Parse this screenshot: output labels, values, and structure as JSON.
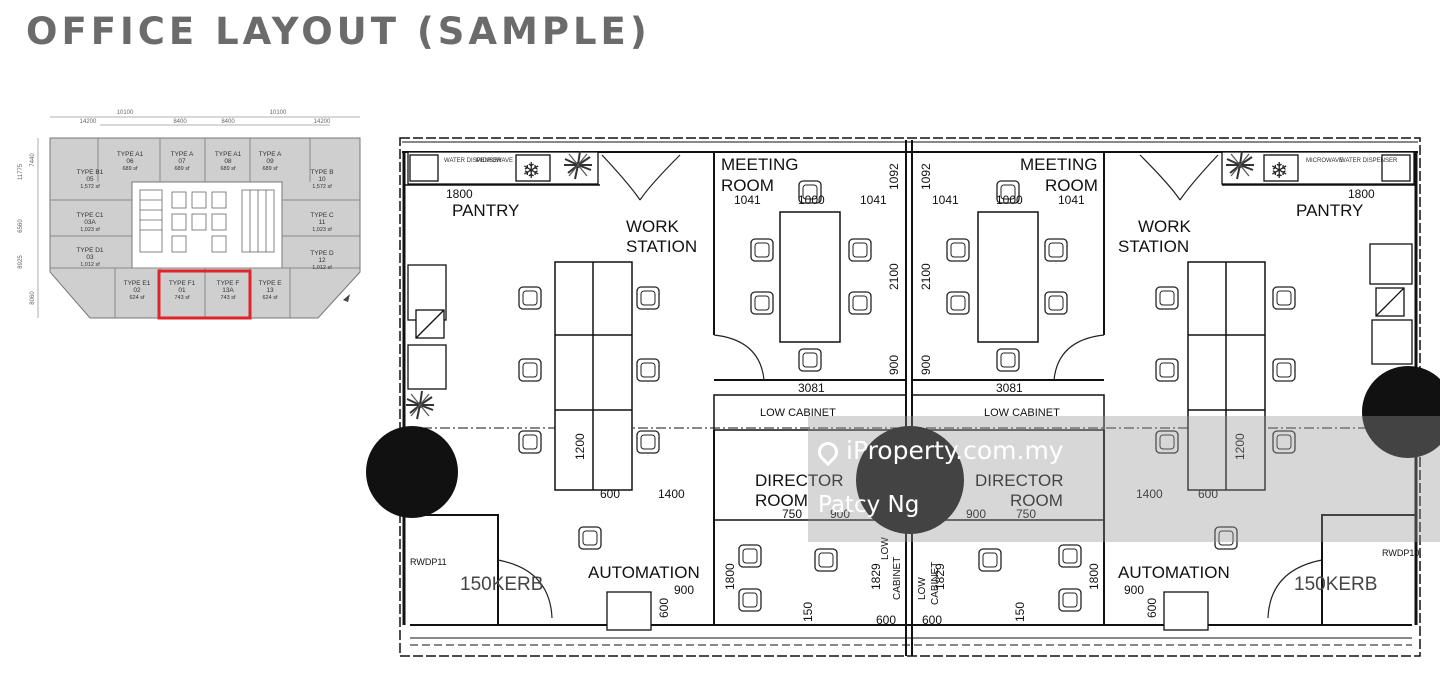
{
  "page_title": "OFFICE LAYOUT (SAMPLE)",
  "key_plan": {
    "top_dims": [
      "10100",
      "8400",
      "8400",
      "10100"
    ],
    "top_dims_outer": [
      "14200",
      "14200"
    ],
    "left_dims": [
      "7440",
      "11775",
      "6560",
      "8925",
      "8060"
    ],
    "units": [
      {
        "type": "TYPE A1",
        "num": "06",
        "area": "689 sf"
      },
      {
        "type": "TYPE A",
        "num": "07",
        "area": "689 sf"
      },
      {
        "type": "TYPE A1",
        "num": "08",
        "area": "689 sf"
      },
      {
        "type": "TYPE A",
        "num": "09",
        "area": "689 sf"
      },
      {
        "type": "TYPE B1",
        "num": "05",
        "area": "1,572 sf"
      },
      {
        "type": "TYPE B",
        "num": "10",
        "area": "1,572 sf"
      },
      {
        "type": "TYPE C1",
        "num": "03A",
        "area": "1,023 sf"
      },
      {
        "type": "TYPE C",
        "num": "11",
        "area": "1,023 sf"
      },
      {
        "type": "TYPE D1",
        "num": "03",
        "area": "1,012 sf"
      },
      {
        "type": "TYPE D",
        "num": "12",
        "area": "1,012 sf"
      },
      {
        "type": "TYPE E1",
        "num": "02",
        "area": "624 sf"
      },
      {
        "type": "TYPE F1",
        "num": "01",
        "area": "743 sf"
      },
      {
        "type": "TYPE F",
        "num": "13A",
        "area": "743 sf"
      },
      {
        "type": "TYPE E",
        "num": "13",
        "area": "624 sf"
      }
    ]
  },
  "plan": {
    "rooms": {
      "pantry": "PANTRY",
      "work": "WORK",
      "station": "STATION",
      "meeting": "MEETING",
      "room": "ROOM",
      "director": "DIRECTOR",
      "automation": "AUTOMATION",
      "low_cabinet": "LOW CABINET",
      "low": "LOW",
      "cabinet": "CABINET",
      "kerb": "150KERB",
      "water_dispenser": "WATER DISPENSER",
      "microwave": "MICROWAVE",
      "rwdp_left": "RWDP11",
      "rwdp_right": "RWDP10"
    },
    "dims": {
      "d1800": "1800",
      "d1041": "1041",
      "d1000": "1000",
      "d1092": "1092",
      "d2100": "2100",
      "d900": "900",
      "d3081": "3081",
      "d1200": "1200",
      "d600": "600",
      "d1400": "1400",
      "d750": "750",
      "d1829": "1829",
      "d150": "150"
    }
  },
  "watermark": {
    "site": "iProperty.com.my",
    "agent": "Patcy Ng"
  }
}
